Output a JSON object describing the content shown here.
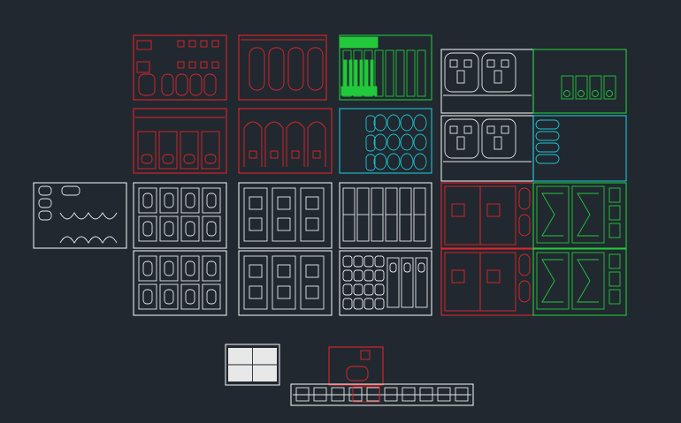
{
  "drawing": {
    "background": "#212830",
    "layer_colors": {
      "red": "#e0262a",
      "white": "#e8e8e8",
      "green": "#22c93a",
      "cyan": "#1ec3d0"
    },
    "sheets": [
      {
        "id": "s01",
        "layer": "red",
        "style": "lamps"
      },
      {
        "id": "s02",
        "layer": "red",
        "style": "ovals"
      },
      {
        "id": "s03",
        "layer": "green",
        "style": "green-dense"
      },
      {
        "id": "s04",
        "layer": "white",
        "style": "pads"
      },
      {
        "id": "s05",
        "layer": "green",
        "style": "green-boxes"
      },
      {
        "id": "s06",
        "layer": "red",
        "style": "grid3"
      },
      {
        "id": "s07",
        "layer": "red",
        "style": "arches"
      },
      {
        "id": "s08",
        "layer": "cyan",
        "style": "blobs"
      },
      {
        "id": "s09",
        "layer": "white",
        "style": "pads"
      },
      {
        "id": "s10",
        "layer": "cyan",
        "style": "capsules"
      },
      {
        "id": "s11",
        "layer": "white",
        "style": "zigzag"
      },
      {
        "id": "s12",
        "layer": "white",
        "style": "slots"
      },
      {
        "id": "s13",
        "layer": "white",
        "style": "clamps"
      },
      {
        "id": "s14",
        "layer": "white",
        "style": "dense"
      },
      {
        "id": "s15",
        "layer": "red",
        "style": "brackets"
      },
      {
        "id": "s16",
        "layer": "green",
        "style": "sigma"
      },
      {
        "id": "s17",
        "layer": "white",
        "style": "slots"
      },
      {
        "id": "s18",
        "layer": "white",
        "style": "clamps"
      },
      {
        "id": "s19",
        "layer": "white",
        "style": "tiles"
      },
      {
        "id": "s20",
        "layer": "red",
        "style": "brackets"
      },
      {
        "id": "s21",
        "layer": "green",
        "style": "sigma"
      },
      {
        "id": "s22",
        "layer": "white",
        "style": "solid-plate"
      },
      {
        "id": "s23",
        "layer": "red",
        "style": "base-plate"
      },
      {
        "id": "s24",
        "layer": "white",
        "style": "strip"
      }
    ]
  }
}
